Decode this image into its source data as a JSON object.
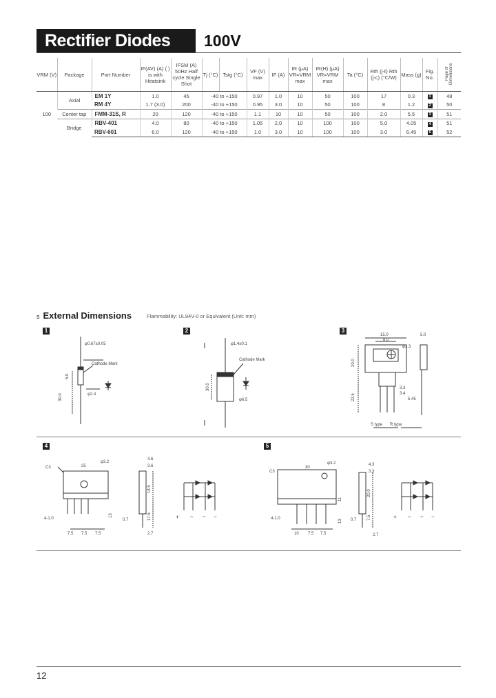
{
  "header": {
    "title": "Rectifier Diodes",
    "voltage": "100V"
  },
  "table": {
    "headers": [
      "VRM (V)",
      "Package",
      "Part Number",
      "IF(AV) (A) ( ) is with Heatsink",
      "IFSM (A) 50Hz Half cycle Single Shot",
      "Tj (°C)",
      "Tstg (°C)",
      "VF (V) max",
      "IF (A)",
      "IR (μA) VR=VRM max",
      "IR(H) (μA) VR=VRM max",
      "Ta (°C)",
      "Rth (j-ℓ) Rth (j-c) (°C/W)",
      "Mass (g)",
      "Fig. No.",
      "Page of Dimensions"
    ],
    "voltage_cell": "100",
    "packages": {
      "axial": "Axial",
      "center_tap": "Center tap",
      "bridge": "Bridge"
    },
    "rows": [
      {
        "part": "EM 1Y",
        "ifav": "1.0",
        "ifsm": "45",
        "tj": "-40 to +150",
        "vf": "0.97",
        "if": "1.0",
        "ir": "10",
        "irh": "50",
        "ta": "100",
        "rth": "17",
        "mass": "0.3",
        "fig": "1",
        "page": "48"
      },
      {
        "part": "RM 4Y",
        "ifav": "1.7 (3.0)",
        "ifsm": "200",
        "tj": "-40 to +150",
        "vf": "0.95",
        "if": "3.0",
        "ir": "10",
        "irh": "50",
        "ta": "100",
        "rth": "8",
        "mass": "1.2",
        "fig": "2",
        "page": "50"
      },
      {
        "part": "FMM-31S, R",
        "ifav": "20",
        "ifsm": "120",
        "tj": "-40 to +150",
        "vf": "1.1",
        "if": "10",
        "ir": "10",
        "irh": "50",
        "ta": "100",
        "rth": "2.0",
        "mass": "5.5",
        "fig": "3",
        "page": "51"
      },
      {
        "part": "RBV-401",
        "ifav": "4.0",
        "ifsm": "80",
        "tj": "-40 to +150",
        "vf": "1.05",
        "if": "2.0",
        "ir": "10",
        "irh": "100",
        "ta": "100",
        "rth": "5.0",
        "mass": "4.05",
        "fig": "4",
        "page": "51"
      },
      {
        "part": "RBV-601",
        "ifav": "6.0",
        "ifsm": "120",
        "tj": "-40 to +150",
        "vf": "1.0",
        "if": "3.0",
        "ir": "10",
        "irh": "100",
        "ta": "100",
        "rth": "3.0",
        "mass": "6.45",
        "fig": "5",
        "page": "52"
      }
    ]
  },
  "dimensions": {
    "bullet": "s",
    "title": "External Dimensions",
    "flammability": "Flammability: UL94V-0 or Equivalent   (Unit: mm)",
    "fig_labels": [
      "1",
      "2",
      "3",
      "4",
      "5"
    ],
    "fig1": {
      "lead_dia": "φ0.67±0.05",
      "cathode": "Cathode Mark",
      "body_len": "5.0",
      "lead_len": "30.0",
      "body_dia": "φ2.4"
    },
    "fig2": {
      "lead_dia": "φ1.4±0.1",
      "cathode": "Cathode Mark",
      "body_len": "30.0",
      "body_dia": "φ6.5"
    },
    "fig3": {
      "w1": "15.0",
      "w2": "8.0",
      "w3": "5.0",
      "hole": "φ3.3",
      "h1": "20.0",
      "h2": "22.5",
      "p1": "3.3",
      "p2": "3.4",
      "p3": "5.45",
      "s_type": "S type",
      "r_type": "R type"
    },
    "fig4": {
      "c3": "C3",
      "w": "25",
      "hole": "φ3.2",
      "t1": "4.6",
      "t2": "3.6",
      "h1": "18.5",
      "h2": "17.5",
      "h3": "13",
      "lead": "0.7",
      "pins": "4-1.0",
      "p1": "7.5",
      "p2": "7.5",
      "p3": "7.5",
      "t3": "2.7"
    },
    "fig5": {
      "c3": "C3",
      "w": "30",
      "hole": "φ3.2",
      "t1": "4.3",
      "t2": "3.3",
      "h1": "20.0",
      "h2": "11",
      "h3": "13",
      "lead": "0.7",
      "pins": "4-1.0",
      "p1": "10",
      "p2": "7.5",
      "p3": "7.5",
      "t3": "2.7",
      "h4": "7.5"
    },
    "pin_symbols": [
      "+",
      "~",
      "~",
      "−"
    ]
  },
  "page_number": "12"
}
